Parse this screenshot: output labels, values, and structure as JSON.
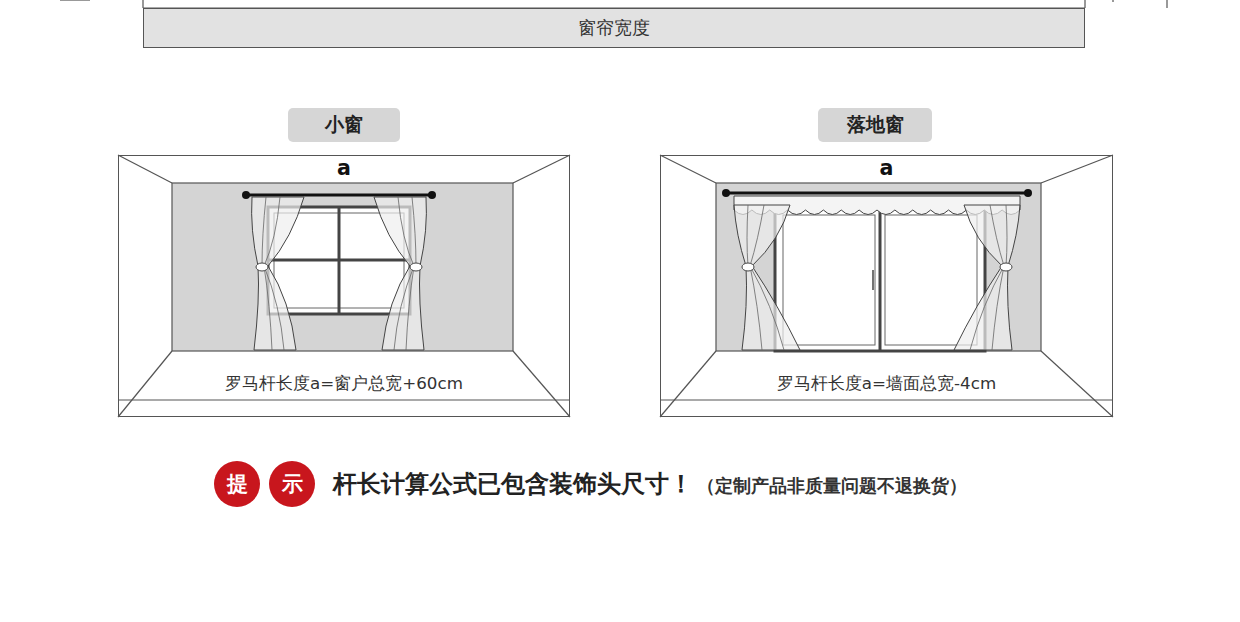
{
  "diagram": {
    "nodes": [
      {
        "text": [
          "窗帘宽度"
        ]
      },
      {
        "text": [
          "小窗"
        ]
      },
      {
        "text": [
          "落地窗"
        ]
      },
      {
        "text": [
          "a",
          "罗马杆长度a=窗户总宽+60cm"
        ]
      },
      {
        "text": [
          "a",
          "罗马杆长度a=墙面总宽-4cm"
        ]
      },
      {
        "text": [
          "提"
        ]
      },
      {
        "text": [
          "示"
        ]
      }
    ],
    "labels": [
      "杆长计算公式已包含装饰头尺寸！",
      "（定制产品非质量问题不退换货）"
    ]
  }
}
